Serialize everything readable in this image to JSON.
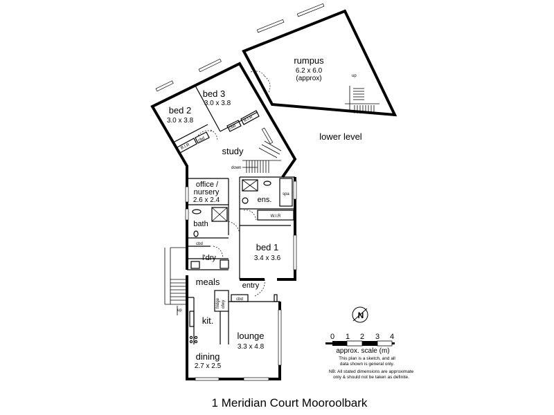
{
  "rooms": {
    "rumpus": {
      "name": "rumpus",
      "size": "6.2 x 6.0",
      "extra": "(approx)"
    },
    "bed3": {
      "name": "bed 3",
      "size": "3.0 x 3.8"
    },
    "bed2": {
      "name": "bed 2",
      "size": "3.0 x 3.8"
    },
    "study": {
      "name": "study"
    },
    "office": {
      "name_line1": "office /",
      "name_line2": "nursery",
      "size": "2.6 x 2.4"
    },
    "ens": {
      "name": "ens."
    },
    "bath": {
      "name": "bath"
    },
    "bed1": {
      "name": "bed 1",
      "size": "3.4 x 3.6"
    },
    "ldry": {
      "name": "l'dry"
    },
    "meals": {
      "name": "meals"
    },
    "entry": {
      "name": "entry"
    },
    "kit": {
      "name": "kit."
    },
    "lounge": {
      "name": "lounge",
      "size": "3.3 x 4.8"
    },
    "dining": {
      "name": "dining",
      "size": "2.7 x 2.5"
    }
  },
  "level_label": "lower level",
  "small_labels": {
    "bir": "B.I.R",
    "cbd": "cbd",
    "wir": "W.I.R",
    "spa": "spa",
    "up": "up",
    "down": "down",
    "fridge": "fridge",
    "ofwy": "ofwy"
  },
  "scale": {
    "ticks": [
      "0",
      "1",
      "2",
      "3",
      "4"
    ],
    "label": "approx. scale (m)",
    "note1": "This plan is a sketch, and all",
    "note2": "data shown is general only.",
    "note3": "NB: All stated dimensions are approximate",
    "note4": "only & should not be taken as definite."
  },
  "compass": {
    "letter": "N"
  },
  "title": "1 Meridian Court Mooroolbark"
}
